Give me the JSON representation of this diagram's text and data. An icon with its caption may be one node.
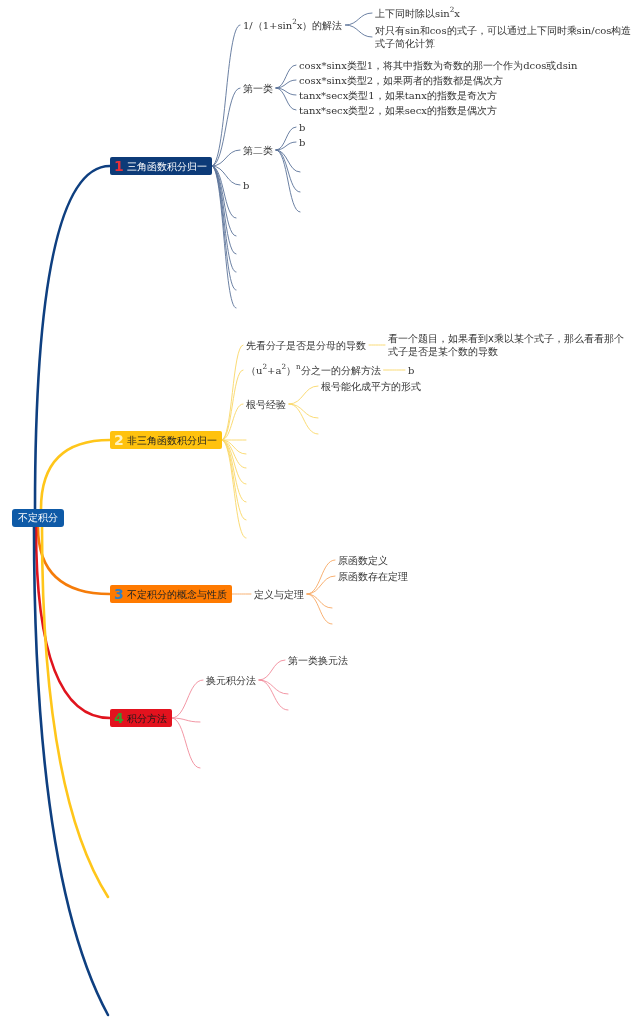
{
  "diagram": {
    "nodes": [
      {
        "text": [
          "不定积分"
        ]
      },
      {
        "text": [
          "1",
          "三角函数积分归一"
        ]
      },
      {
        "text": [
          "1/（1+sin$^{2}$x）的解法"
        ]
      },
      {
        "text": [
          "上下同时除以sin$^{2}$x"
        ]
      },
      {
        "text": [
          "对只有sin和cos的式子，可以通过上下同时乘sin/cos构造式子简化计算"
        ]
      },
      {
        "text": [
          "第一类"
        ]
      },
      {
        "text": [
          "cosx*sinx类型1，将其中指数为奇数的那一个作为dcos或dsin"
        ]
      },
      {
        "text": [
          "cosx*sinx类型2，如果两者的指数都是偶次方"
        ]
      },
      {
        "text": [
          "tanx*secx类型1，如果tanx的指数是奇次方"
        ]
      },
      {
        "text": [
          "tanx*secx类型2，如果secx的指数是偶次方"
        ]
      },
      {
        "text": [
          "第二类"
        ]
      },
      {
        "text": [
          "b"
        ]
      },
      {
        "text": [
          "b"
        ]
      },
      {
        "text": [
          "b"
        ]
      },
      {
        "text": [
          "2",
          "非三角函数积分归一"
        ]
      },
      {
        "text": [
          "先看分子是否是分母的导数"
        ]
      },
      {
        "text": [
          "看一个题目，如果看到x乘以某个式子，那么看看那个式子是否是某个数的导数"
        ]
      },
      {
        "text": [
          "（u$^{2}$+a$^{2}$）$^{n}$分之一的分解方法"
        ]
      },
      {
        "text": [
          "b"
        ]
      },
      {
        "text": [
          "根号经验"
        ]
      },
      {
        "text": [
          "根号能化成平方的形式"
        ]
      },
      {
        "text": [
          "3",
          "不定积分的概念与性质"
        ]
      },
      {
        "text": [
          "定义与定理"
        ]
      },
      {
        "text": [
          "原函数定义"
        ]
      },
      {
        "text": [
          "原函数存在定理"
        ]
      },
      {
        "text": [
          "4",
          "积分方法"
        ]
      },
      {
        "text": [
          "换元积分法"
        ]
      },
      {
        "text": [
          "第一类换元法"
        ]
      }
    ],
    "edges": [
      {
        "from": 0,
        "to": 1,
        "arrow": "none",
        "style": "thick",
        "color": "#0e3f80"
      },
      {
        "from": 0,
        "to": 14,
        "arrow": "none",
        "style": "thick",
        "color": "#ffc61a"
      },
      {
        "from": 0,
        "to": 21,
        "arrow": "none",
        "style": "thick",
        "color": "#f57c0a"
      },
      {
        "from": 0,
        "to": 25,
        "arrow": "none",
        "style": "thick",
        "color": "#e0141e"
      },
      {
        "from": 0,
        "to": null,
        "arrow": "none",
        "style": "thick",
        "color": "#ffc61a"
      },
      {
        "from": 0,
        "to": null,
        "arrow": "none",
        "style": "thick",
        "color": "#0e3f80"
      },
      {
        "from": 1,
        "to": 2,
        "arrow": "none",
        "color": "#5b7399"
      },
      {
        "from": 2,
        "to": 3,
        "arrow": "none",
        "color": "#5b7399"
      },
      {
        "from": 2,
        "to": 4,
        "arrow": "none",
        "color": "#5b7399"
      },
      {
        "from": 1,
        "to": 5,
        "arrow": "none",
        "color": "#5b7399"
      },
      {
        "from": 5,
        "to": 6,
        "arrow": "none",
        "color": "#5b7399"
      },
      {
        "from": 5,
        "to": 7,
        "arrow": "none",
        "color": "#5b7399"
      },
      {
        "from": 5,
        "to": 8,
        "arrow": "none",
        "color": "#5b7399"
      },
      {
        "from": 5,
        "to": 9,
        "arrow": "none",
        "color": "#5b7399"
      },
      {
        "from": 1,
        "to": 10,
        "arrow": "none",
        "color": "#5b7399"
      },
      {
        "from": 10,
        "to": 11,
        "arrow": "none",
        "color": "#5b7399"
      },
      {
        "from": 10,
        "to": 12,
        "arrow": "none",
        "color": "#5b7399"
      },
      {
        "from": 10,
        "to": null,
        "arrow": "none",
        "color": "#5b7399"
      },
      {
        "from": 10,
        "to": null,
        "arrow": "none",
        "color": "#5b7399"
      },
      {
        "from": 10,
        "to": null,
        "arrow": "none",
        "color": "#5b7399"
      },
      {
        "from": 1,
        "to": 13,
        "arrow": "none",
        "color": "#5b7399"
      },
      {
        "from": 1,
        "to": null,
        "arrow": "none",
        "color": "#5b7399"
      },
      {
        "from": 1,
        "to": null,
        "arrow": "none",
        "color": "#5b7399"
      },
      {
        "from": 1,
        "to": null,
        "arrow": "none",
        "color": "#5b7399"
      },
      {
        "from": 1,
        "to": null,
        "arrow": "none",
        "color": "#5b7399"
      },
      {
        "from": 1,
        "to": null,
        "arrow": "none",
        "color": "#5b7399"
      },
      {
        "from": 1,
        "to": null,
        "arrow": "none",
        "color": "#5b7399"
      },
      {
        "from": 14,
        "to": 15,
        "arrow": "none",
        "color": "#f9d766"
      },
      {
        "from": 15,
        "to": 16,
        "arrow": "none",
        "color": "#f9d766"
      },
      {
        "from": 14,
        "to": 17,
        "arrow": "none",
        "color": "#f9d766"
      },
      {
        "from": 17,
        "to": 18,
        "arrow": "none",
        "color": "#f9d766"
      },
      {
        "from": 14,
        "to": 19,
        "arrow": "none",
        "color": "#f9d766"
      },
      {
        "from": 19,
        "to": 20,
        "arrow": "none",
        "color": "#f9d766"
      },
      {
        "from": 19,
        "to": null,
        "arrow": "none",
        "color": "#f9d766"
      },
      {
        "from": 19,
        "to": null,
        "arrow": "none",
        "color": "#f9d766"
      },
      {
        "from": 14,
        "to": null,
        "arrow": "none",
        "color": "#f9d766"
      },
      {
        "from": 14,
        "to": null,
        "arrow": "none",
        "color": "#f9d766"
      },
      {
        "from": 14,
        "to": null,
        "arrow": "none",
        "color": "#f9d766"
      },
      {
        "from": 14,
        "to": null,
        "arrow": "none",
        "color": "#f9d766"
      },
      {
        "from": 14,
        "to": null,
        "arrow": "none",
        "color": "#f9d766"
      },
      {
        "from": 14,
        "to": null,
        "arrow": "none",
        "color": "#f9d766"
      },
      {
        "from": 14,
        "to": null,
        "arrow": "none",
        "color": "#f9d766"
      },
      {
        "from": 21,
        "to": 22,
        "arrow": "none",
        "color": "#f7a863"
      },
      {
        "from": 22,
        "to": 23,
        "arrow": "none",
        "color": "#f7a863"
      },
      {
        "from": 22,
        "to": 24,
        "arrow": "none",
        "color": "#f7a863"
      },
      {
        "from": 22,
        "to": null,
        "arrow": "none",
        "color": "#f7a863"
      },
      {
        "from": 22,
        "to": null,
        "arrow": "none",
        "color": "#f7a863"
      },
      {
        "from": 25,
        "to": 26,
        "arrow": "none",
        "color": "#f08a9a"
      },
      {
        "from": 26,
        "to": 27,
        "arrow": "none",
        "color": "#f08a9a"
      },
      {
        "from": 26,
        "to": null,
        "arrow": "none",
        "color": "#f08a9a"
      },
      {
        "from": 26,
        "to": null,
        "arrow": "none",
        "color": "#f08a9a"
      },
      {
        "from": 25,
        "to": null,
        "arrow": "none",
        "color": "#f08a9a"
      },
      {
        "from": 25,
        "to": null,
        "arrow": "none",
        "color": "#f08a9a"
      }
    ]
  }
}
